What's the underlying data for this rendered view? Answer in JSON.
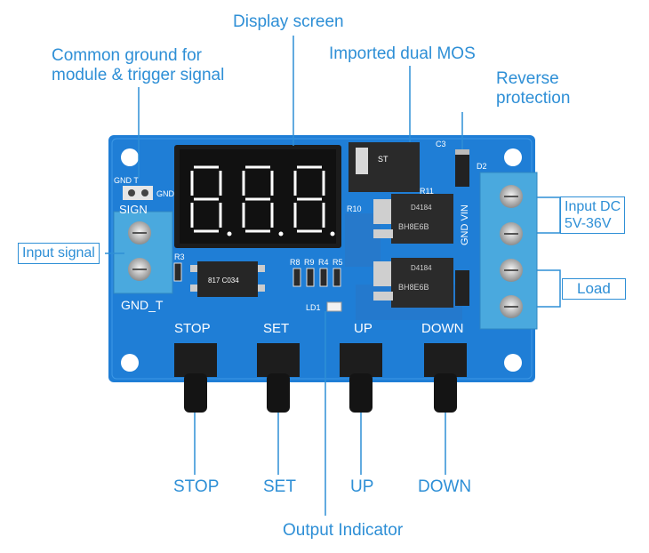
{
  "callouts": {
    "display_screen": "Display screen",
    "common_ground_line1": "Common ground for",
    "common_ground_line2": "module & trigger signal",
    "imported_mos": "Imported dual MOS",
    "reverse_line1": "Reverse",
    "reverse_line2": "protection",
    "input_signal": "Input signal",
    "input_dc_line1": "Input DC",
    "input_dc_line2": "5V-36V",
    "load": "Load",
    "output_indicator": "Output Indicator"
  },
  "buttons": {
    "stop": "STOP",
    "set": "SET",
    "up": "UP",
    "down": "DOWN"
  },
  "silkscreen": {
    "gnd_t": "GND_T",
    "gnd_t_small": "GND T",
    "gnd": "GND",
    "sign": "SIGN",
    "gnd_vin": "GND VIN",
    "c3": "C3",
    "d2": "D2",
    "r11": "R11",
    "r10": "R10",
    "r3": "R3",
    "r8": "R8",
    "r9": "R9",
    "r4": "R4",
    "r5": "R5",
    "ld1": "LD1",
    "ic_top": "D4184",
    "ic_code": "BH8E6B",
    "opto": "817 C034",
    "display_digits": "8.8.8"
  },
  "colors": {
    "accent": "#2e8fd6",
    "pcb": "#1f7ed6",
    "terminal": "#4aa9de"
  }
}
